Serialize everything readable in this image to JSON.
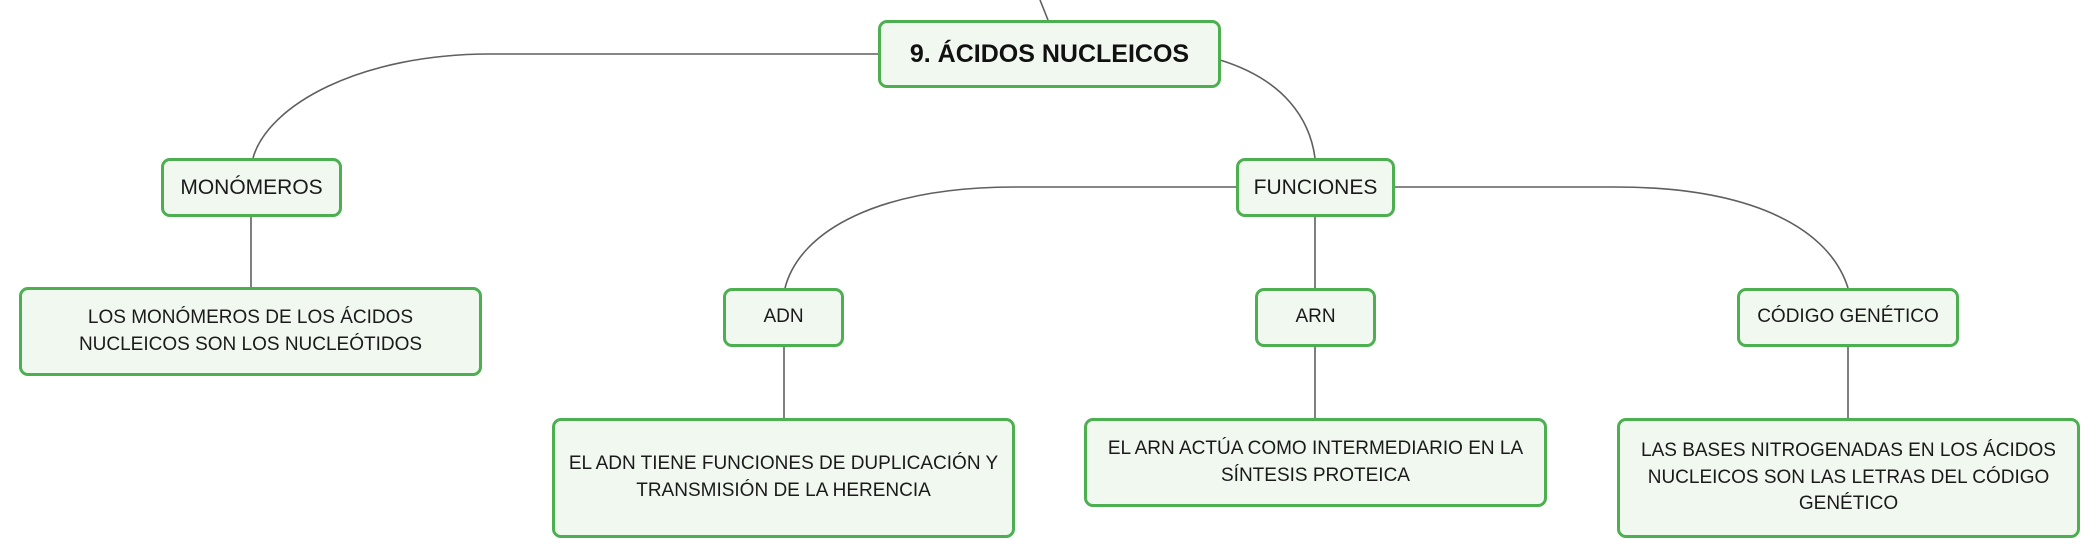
{
  "accent_color": "#4caf50",
  "node_fill_color": "#f1f8f0",
  "connector_color": "#5f5f5f",
  "root": {
    "label": "9. ÁCIDOS NUCLEICOS"
  },
  "monomeros": {
    "label": "MONÓMEROS",
    "detail": "LOS MONÓMEROS DE LOS ÁCIDOS NUCLEICOS SON LOS NUCLEÓTIDOS"
  },
  "funciones": {
    "label": "FUNCIONES",
    "adn": {
      "label": "ADN",
      "detail": "EL ADN TIENE FUNCIONES DE DUPLICACIÓN Y TRANSMISIÓN DE LA HERENCIA"
    },
    "arn": {
      "label": "ARN",
      "detail": "EL ARN ACTÚA COMO INTERMEDIARIO EN LA SÍNTESIS PROTEICA"
    },
    "codigo": {
      "label": "CÓDIGO GENÉTICO",
      "detail": "LAS BASES NITROGENADAS EN LOS ÁCIDOS NUCLEICOS SON LAS LETRAS DEL CÓDIGO GENÉTICO"
    }
  }
}
